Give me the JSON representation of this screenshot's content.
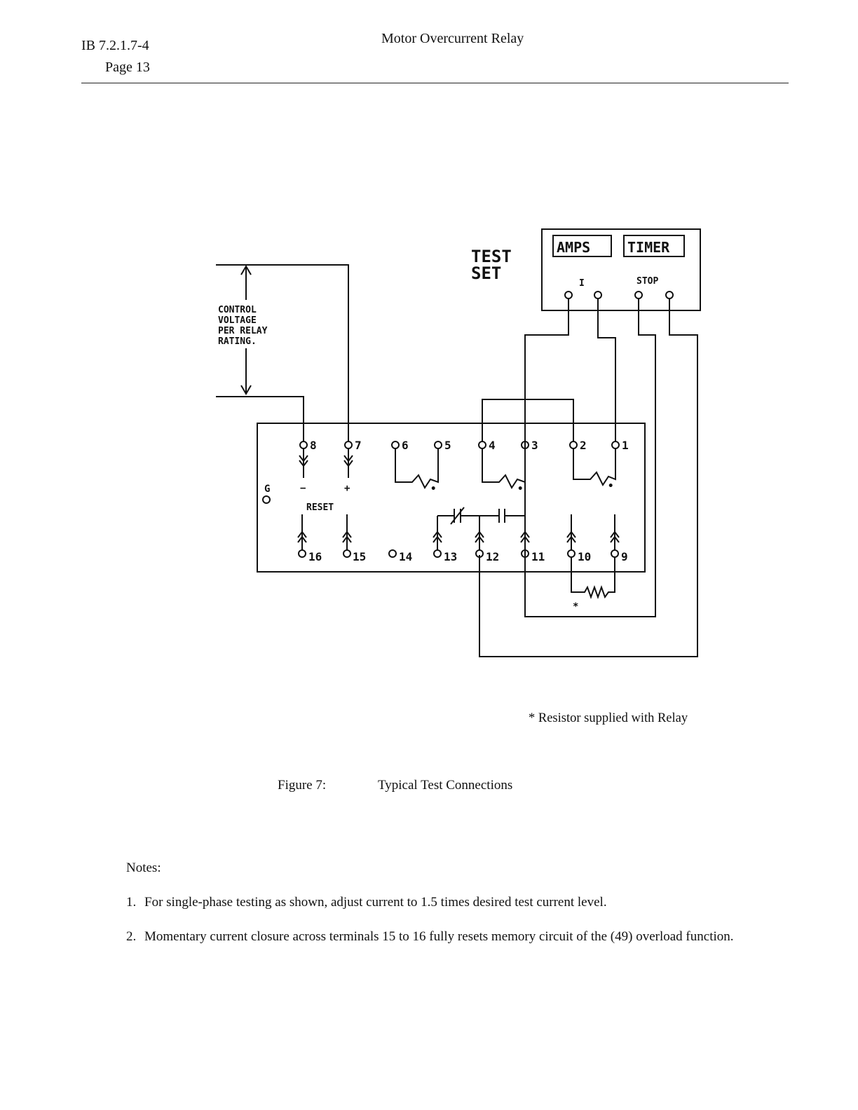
{
  "header": {
    "doc_id": "IB 7.2.1.7-4",
    "page": "Page 13",
    "title": "Motor Overcurrent Relay"
  },
  "diagram": {
    "test_set": {
      "line1": "TEST",
      "line2": "SET"
    },
    "meters": {
      "amps": "AMPS",
      "timer": "TIMER"
    },
    "test_set_terminals": {
      "current": "I",
      "stop": "STOP"
    },
    "control_voltage": [
      "CONTROL",
      "VOLTAGE",
      "PER RELAY",
      "RATING."
    ],
    "relay": {
      "ground": "G",
      "reset": "RESET",
      "minus": "−",
      "plus": "+",
      "terminals_top": [
        "8",
        "7",
        "6",
        "5",
        "4",
        "3",
        "2",
        "1"
      ],
      "terminals_bottom": [
        "16",
        "15",
        "14",
        "13",
        "12",
        "11",
        "10",
        "9"
      ],
      "resistor_mark": "*",
      "polarity_mark": "•"
    }
  },
  "footnote": "*   Resistor supplied with Relay",
  "figure": {
    "number": "Figure 7:",
    "caption": "Typical Test Connections"
  },
  "notes": {
    "heading": "Notes:",
    "items": [
      {
        "num": "1.",
        "text": "For single-phase testing as shown, adjust current to 1.5 times desired test current level."
      },
      {
        "num": "2.",
        "text": "Momentary current closure across terminals 15 to 16 fully resets memory circuit of the (49) overload function."
      }
    ]
  }
}
